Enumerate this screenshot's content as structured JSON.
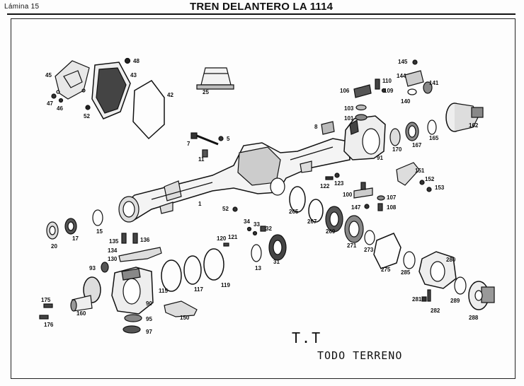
{
  "header": {
    "plate_label": "Lámina 15",
    "title": "TREN DELANTERO LA 1114"
  },
  "footer": {
    "code": "T.T",
    "description": "TODO TERRENO"
  },
  "part_numbers": {
    "p1": "1",
    "p5": "5",
    "p7": "7",
    "p8": "8",
    "p11": "11",
    "p13": "13",
    "p15": "15",
    "p17": "17",
    "p20": "20",
    "p25": "25",
    "p31": "31",
    "p32": "32",
    "p33": "33",
    "p34": "34",
    "p42": "42",
    "p43": "43",
    "p45": "45",
    "p46": "46",
    "p47": "47",
    "p48": "48",
    "p52a": "52",
    "p52b": "52",
    "p90": "90",
    "p91": "91",
    "p93": "93",
    "p95": "95",
    "p97": "97",
    "p100": "100",
    "p101": "101",
    "p103": "103",
    "p106": "106",
    "p107": "107",
    "p108": "108",
    "p109": "109",
    "p110": "110",
    "p115": "115",
    "p117": "117",
    "p119": "119",
    "p120": "120",
    "p121": "121",
    "p122": "122",
    "p123": "123",
    "p130": "130",
    "p134": "134",
    "p135": "135",
    "p136": "136",
    "p140": "140",
    "p141": "141",
    "p144": "144",
    "p145": "145",
    "p147": "147",
    "p150": "150",
    "p151": "151",
    "p152": "152",
    "p153": "153",
    "p160": "160",
    "p162": "162",
    "p165": "165",
    "p167": "167",
    "p170": "170",
    "p175": "175",
    "p176": "176",
    "p265": "265",
    "p267": "267",
    "p269": "269",
    "p271": "271",
    "p273": "273",
    "p275": "275",
    "p280": "280",
    "p281": "281",
    "p282": "282",
    "p285": "285",
    "p288": "288",
    "p289": "289"
  }
}
